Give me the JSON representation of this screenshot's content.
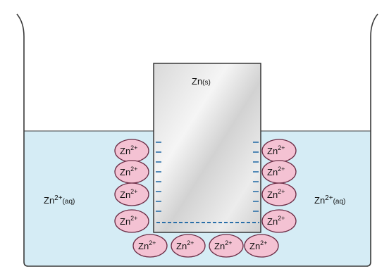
{
  "electrode_label": {
    "main": "Zn",
    "sub": "(s)"
  },
  "solution_left": {
    "main": "Zn",
    "sup": "2+",
    "sub": "(aq)"
  },
  "solution_right": {
    "main": "Zn",
    "sup": "2+",
    "sub": "(aq)"
  },
  "ion": {
    "main": "Zn",
    "sup": "2+"
  },
  "ion_count": {
    "left_column": 4,
    "right_column": 4,
    "bottom_row": 4
  },
  "electron_marks_per_side": 8,
  "colors": {
    "solution": "#d5ecf5",
    "beaker_outline": "#3a3a3a",
    "ion_fill": "#f4c2d3",
    "ion_outline": "#6b2c45",
    "electrode_fill": "#e6e6e6",
    "electron_mark": "#2a6fa8"
  }
}
